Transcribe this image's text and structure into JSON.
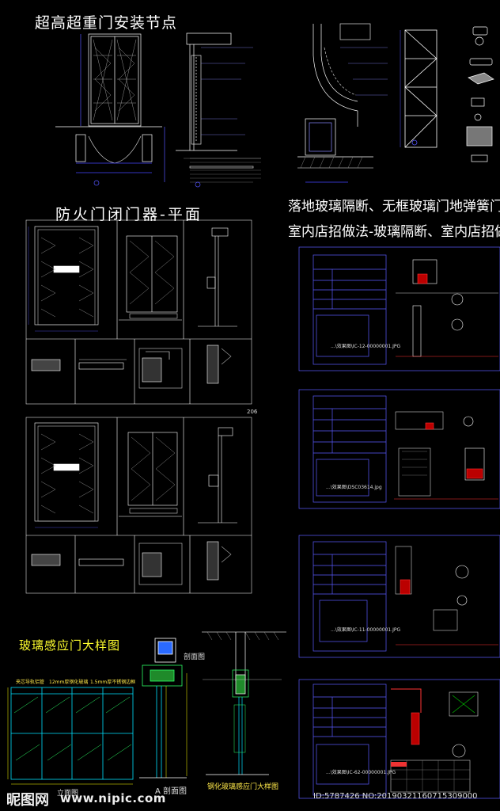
{
  "titles": {
    "heavy_door": "超高超重门安装节点",
    "fire_door": "防火门闭门器-平面",
    "glass_partition_1": "落地玻璃隔断、无框玻璃门地弹簧门",
    "glass_partition_2": "室内店招做法-玻璃隔断、室内店招做法",
    "sensor_door": "玻璃感应门大样图"
  },
  "sensor_captions": {
    "section": "剖面图",
    "elevation": "立面图",
    "section_a": "A 剖面图",
    "detail": "钢化玻璃感应门大样图"
  },
  "sensor_labels": {
    "top_left": "夹芯导轨铝管",
    "top_mid": "12mm厚钢化玻璃",
    "top_right": "1.5mm厚不锈钢边框"
  },
  "page_num": "206",
  "photo_captions": [
    "...\\效果图\\IC-12-00000001.JPG",
    "...\\效果图\\DSC03614.jpg",
    "...\\效果图\\IC-11-00000001.JPG",
    "...\\效果图\\IC-62-00000001.JPG"
  ],
  "watermark": {
    "logo": "昵图网",
    "url": "www.nipic.com",
    "id": "ID:5787426 NO:20190321160715309000"
  }
}
